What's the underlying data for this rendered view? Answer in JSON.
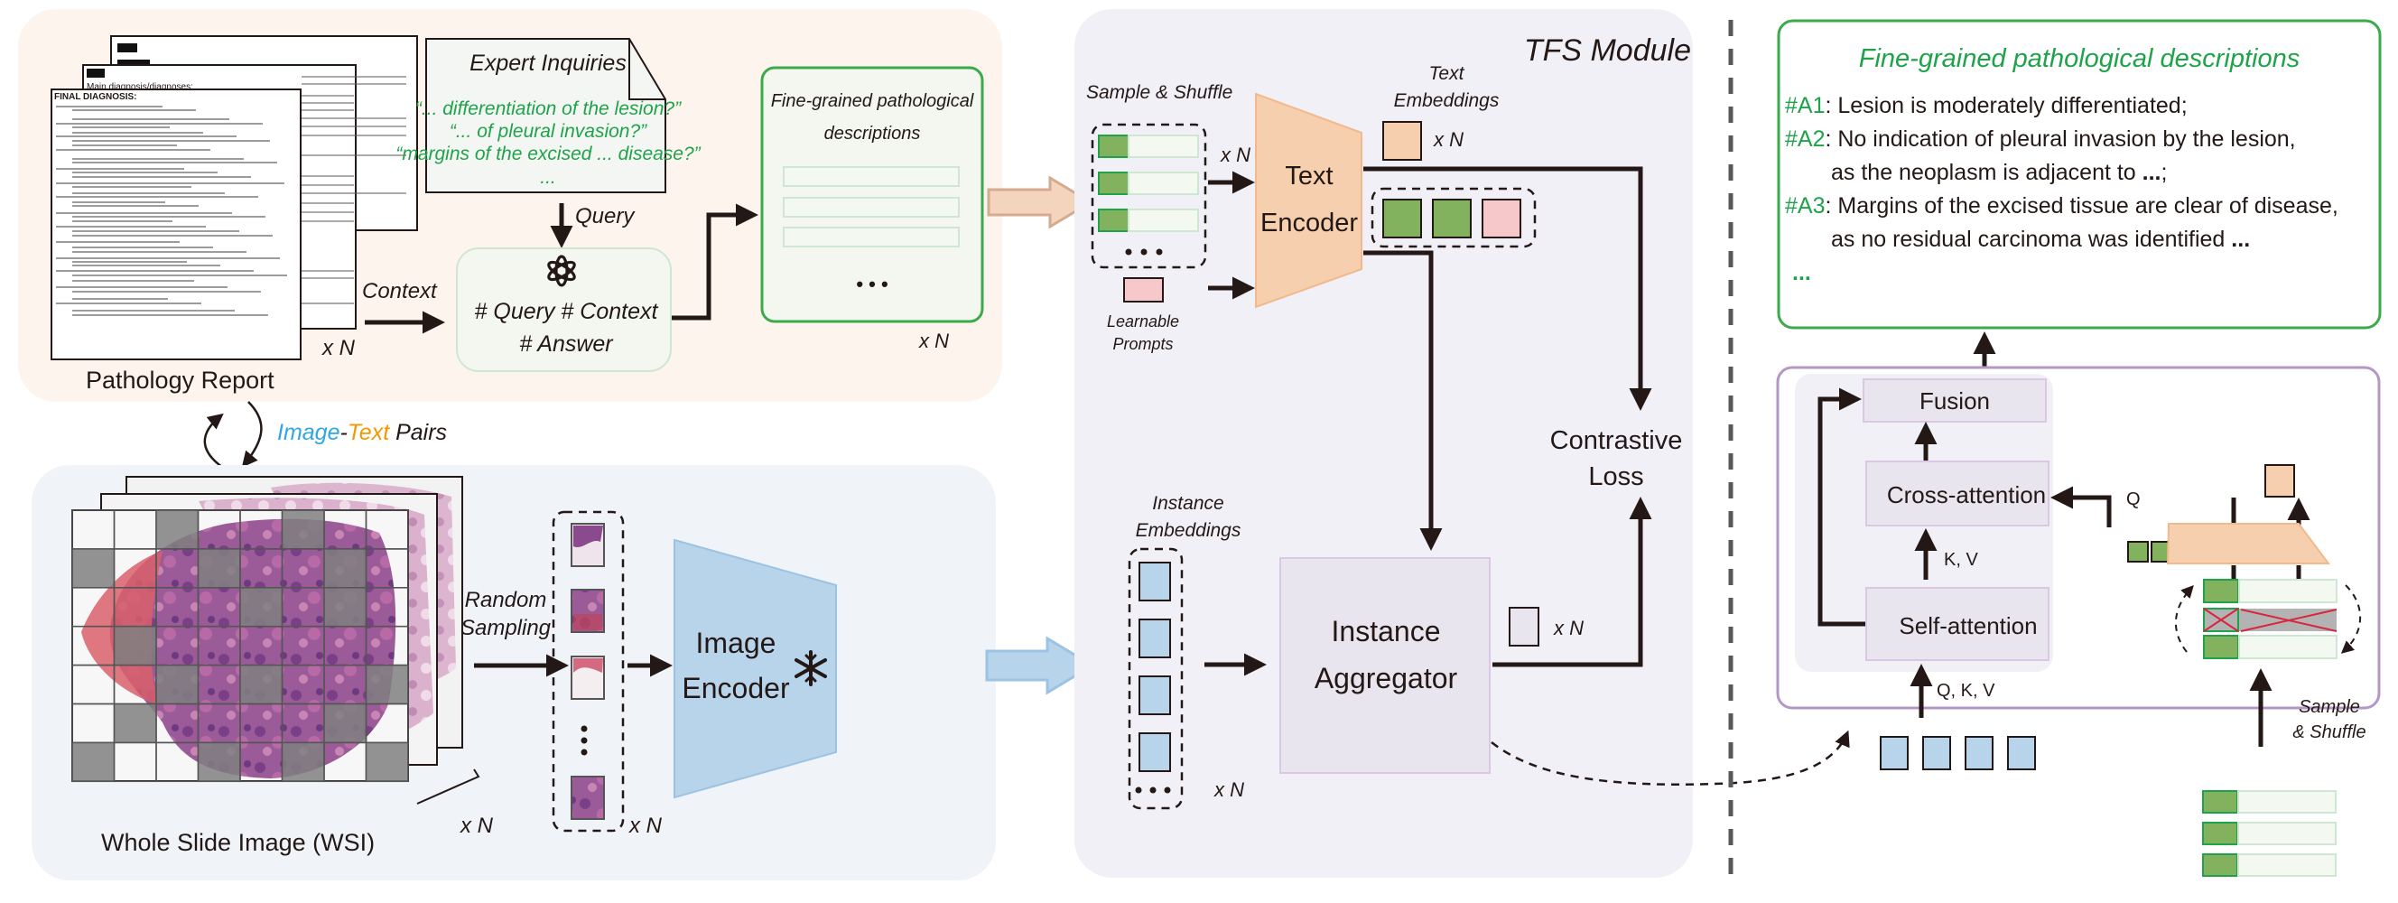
{
  "figure": {
    "colors": {
      "report_panel_bg": "#fdf4ee",
      "wsi_panel_bg": "#f0f4f9",
      "tfs_panel_bg": "#f1f0f7",
      "green_accent": "#1fa34a",
      "green_token": "#82b25d",
      "pink_token": "#f6c8c9",
      "peach": "#f5cfae",
      "light_blue": "#b7d4ea",
      "aggregator_bg": "#e8e5ee",
      "purple_border": "#b597c6"
    },
    "left_top": {
      "pathology_report_label": "Pathology Report",
      "report_doc_heading": "FINAL DIAGNOSIS:",
      "report_doc_heading_back": "Main diagnosis/diagnoses:",
      "report_xn": "x N",
      "context_label": "Context",
      "expert_inquiries_title": "Expert Inquiries",
      "expert_inquiries": [
        "“... differentiation of the lesion?”",
        "“... of pleural invasion?”",
        "“margins of the excised ... disease?”",
        "..."
      ],
      "query_label": "Query",
      "llm_icon": "openai-logo-icon",
      "llm_lines": [
        "# Query # Context",
        "# Answer"
      ],
      "descriptions_title_lines": [
        "Fine-grained pathological",
        "descriptions"
      ],
      "descriptions_ellipsis": "• • •",
      "descriptions_xn": "x N"
    },
    "pairs_label": {
      "image": "Image",
      "dash": "-",
      "text": "Text",
      "pairs": " Pairs"
    },
    "left_bottom": {
      "wsi_label": "Whole Slide Image (WSI)",
      "wsi_xn": "x N",
      "random_sampling_lines": [
        "Random",
        "Sampling"
      ],
      "patches_xn": "x N",
      "image_encoder_lines": [
        "Image",
        "Encoder"
      ],
      "frozen_icon": "snowflake-icon"
    },
    "tfs_module": {
      "title": "TFS Module",
      "sample_shuffle_label": "Sample & Shuffle",
      "sample_xn": "x N",
      "learnable_prompts_lines": [
        "Learnable",
        "Prompts"
      ],
      "text_encoder_lines": [
        "Text",
        "Encoder"
      ],
      "text_embeddings_lines": [
        "Text",
        "Embeddings"
      ],
      "text_embeddings_xn": "x N",
      "contrastive_loss_lines": [
        "Contrastive",
        "Loss"
      ],
      "instance_embeddings_lines": [
        "Instance",
        "Embeddings"
      ],
      "instance_xn": "x N",
      "instance_aggregator_lines": [
        "Instance",
        "Aggregator"
      ],
      "aggregated_xn": "x N"
    },
    "right": {
      "descriptions_title": "Fine-grained pathological descriptions",
      "descriptions": [
        {
          "tag": "#A1",
          "lines": [
            ": Lesion is moderately differentiated;"
          ]
        },
        {
          "tag": "#A2",
          "lines": [
            ": No indication of pleural invasion by the lesion,",
            "as the neoplasm is adjacent to ",
            "...",
            ";"
          ]
        },
        {
          "tag": "#A3",
          "lines": [
            ": Margins of the excised tissue are clear of disease,",
            "as no residual carcinoma was identified ",
            "..."
          ]
        }
      ],
      "more_ellipsis": "...",
      "fusion_label": "Fusion",
      "cross_attention_label": "Cross-attention",
      "self_attention_label": "Self-attention",
      "q_label": "Q",
      "kv_label": "K, V",
      "qkv_label": "Q, K, V",
      "sample_shuffle_lines": [
        "Sample",
        "& Shuffle"
      ]
    }
  }
}
